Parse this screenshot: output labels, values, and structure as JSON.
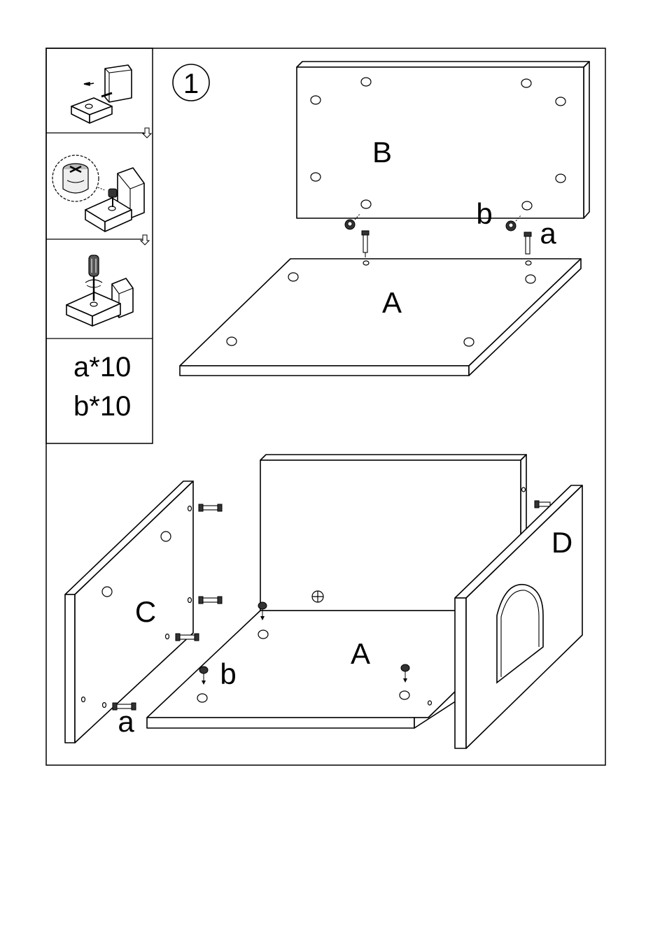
{
  "step": {
    "number": "1"
  },
  "parts_count": [
    {
      "part": "a",
      "qty_label": "a*10"
    },
    {
      "part": "b",
      "qty_label": "b*10"
    }
  ],
  "upper_assembly": {
    "panel_top_label": "B",
    "panel_bottom_label": "A",
    "fitting_b_label": "b",
    "fitting_a_label": "a"
  },
  "lower_assembly": {
    "left_panel_label": "C",
    "right_panel_label": "D",
    "base_panel_label": "A",
    "fitting_b_label": "b",
    "fitting_a_label": "a"
  },
  "colors": {
    "line": "#000000",
    "panel_fill": "#ffffff",
    "background": "#ffffff"
  }
}
